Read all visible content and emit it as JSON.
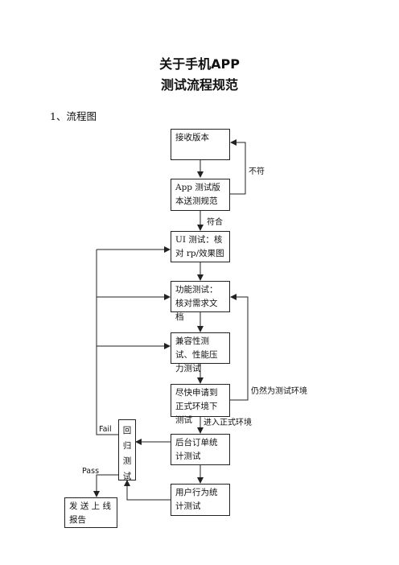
{
  "doc": {
    "title_line1": "关于手机APP",
    "title_line2": "测试流程规范",
    "section": "1、流程图"
  },
  "flow": {
    "receive": "接收版本",
    "app_spec": "App 测试版本送测规范",
    "ui_test": "UI 测试：核对 rp/效果图",
    "func_test": "功能测试：核对需求文档",
    "compat_test": "兼容性测试、性能压力测试",
    "formal_env": "尽快申请到正式环境下测试",
    "backend": "后台订单统计测试",
    "user_behavior": "用户行为统计测试",
    "regress": [
      "回",
      "归",
      "测",
      "试"
    ],
    "send_report": "发 送 上 线 报告"
  },
  "labels": {
    "not_match": "不符",
    "match": "符合",
    "still_test_env": "仍然为测试环境",
    "enter_formal": "进入正式环境",
    "fail": "Fail",
    "pass": "Pass"
  }
}
